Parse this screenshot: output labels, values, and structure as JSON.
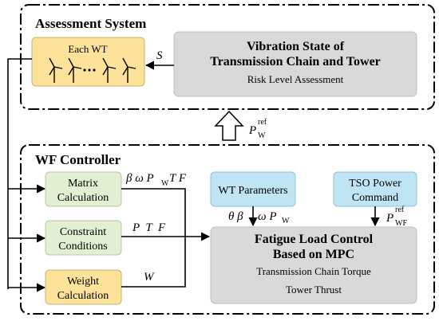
{
  "assessment_system": {
    "title": "Assessment System",
    "each_wt_label": "Each WT",
    "signal_s": "S",
    "vibration_box": {
      "line1": "Vibration State of",
      "line2": "Transmission Chain and Tower",
      "sub": "Risk Level Assessment"
    }
  },
  "p_w_ref": {
    "base": "P",
    "sub": "W",
    "sup": "ref"
  },
  "wf_controller": {
    "title": "WF Controller",
    "matrix_calc": {
      "line1": "Matrix",
      "line2": "Calculation"
    },
    "constraint": {
      "line1": "Constraint",
      "line2": "Conditions"
    },
    "weight_calc": {
      "line1": "Weight",
      "line2": "Calculation"
    },
    "wt_params": "WT Parameters",
    "tso": {
      "line1": "TSO Power",
      "line2": "Command"
    },
    "fatigue": {
      "line1": "Fatigue Load Control",
      "line2": "Based on MPC",
      "sub1": "Transmission Chain Torque",
      "sub2": "Tower Thrust"
    },
    "matrix_signals": {
      "a": "β ω P",
      "a_sub": "W",
      "b": " T F"
    },
    "constraint_signals": "P  T  F",
    "weight_signal": "W",
    "param_signals": {
      "a": "θ β",
      "b": "ω P",
      "b_sub": "W"
    },
    "p_wf_ref": {
      "base": "P",
      "sub": "WF",
      "sup": "ref"
    }
  },
  "colors": {
    "yellow": "#fde29a",
    "green": "#e2efd3",
    "blue": "#bfe4f3",
    "gray": "#d9d9d9"
  }
}
